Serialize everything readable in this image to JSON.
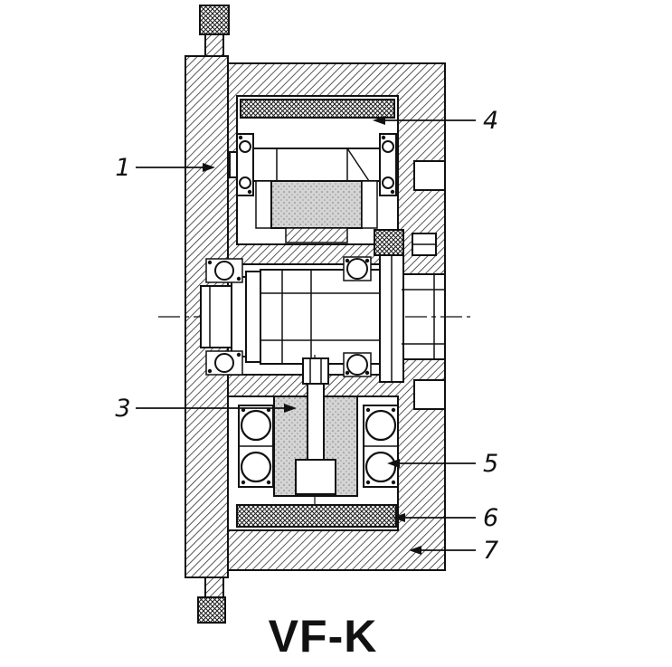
{
  "title": "VF-K",
  "colors": {
    "ink": "#111111",
    "paper": "#ffffff",
    "hatch": "#2e2e2e",
    "stipple_bg": "#d4d4d4"
  },
  "callouts": [
    {
      "label": "1"
    },
    {
      "label": "3"
    },
    {
      "label": "4"
    },
    {
      "label": "5"
    },
    {
      "label": "6"
    },
    {
      "label": "7"
    }
  ]
}
